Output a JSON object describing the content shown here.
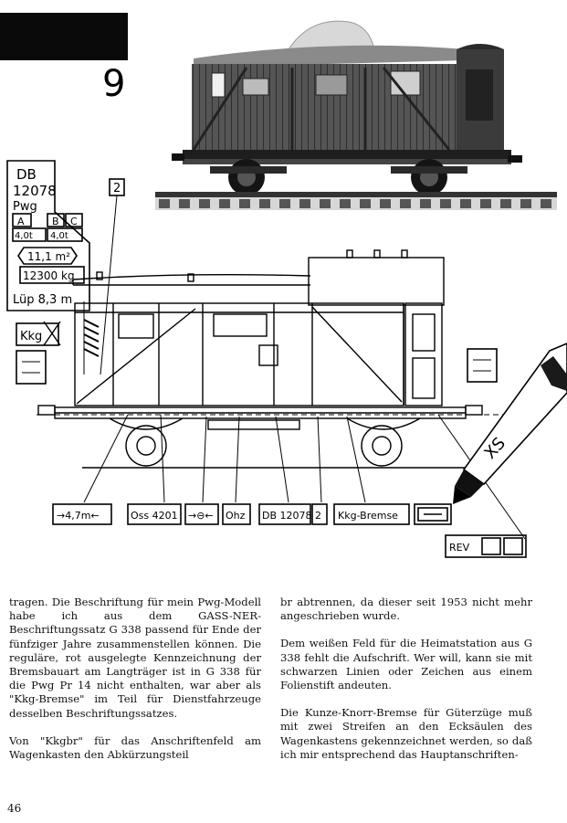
{
  "header": {
    "chapter_number": "9"
  },
  "sign": {
    "line1": "DB",
    "line2": "12078",
    "line3": "Pwg",
    "class_a": "A",
    "class_b": "B",
    "class_c": "C",
    "load_left": "4,0t",
    "load_right": "4,0t",
    "area": "11,1 m²",
    "weight": "12300 kg",
    "lup": "Lüp 8,3 m"
  },
  "callouts": {
    "top_box": "2",
    "kkg": "Kkg",
    "dim": "→4,7m←",
    "oss": "Oss 4201",
    "symbol": "→⊖←",
    "ohz": "Ohz",
    "db_number": "DB 12078",
    "db_digit": "2",
    "kkg_bremse": "Kkg-Bremse",
    "rev": "REV",
    "pen_label": "XS"
  },
  "text": {
    "left_p1": "tragen. Die Beschriftung für mein Pwg-Modell habe ich aus dem GASS-NER-Beschriftungssatz G 338 passend für Ende der fünfziger Jahre zusammenstellen können. Die reguläre, rot ausgelegte Kennzeichnung der Bremsbauart am Langträger ist in G 338 für die Pwg Pr 14 nicht enthalten, war aber als \"Kkg-Bremse\" im Teil für Dienstfahrzeuge desselben Beschriftungssatzes.",
    "left_p2": "Von \"Kkgbr\" für das Anschriftenfeld am Wagenkasten den Abkürzungsteil",
    "right_p1": "br abtrennen, da dieser seit 1953 nicht mehr angeschrieben wurde.",
    "right_p2": "Dem weißen Feld für die Heimatstation aus G 338 fehlt die Aufschrift. Wer will, kann sie mit schwarzen Linien oder Zeichen aus einem Folienstift andeuten.",
    "right_p3": "Die Kunze-Knorr-Bremse für Güterzüge muß mit zwei Streifen an den Ecksäulen des Wagenkastens gekennzeichnet werden, so daß ich mir entsprechend das Hauptanschriften-"
  },
  "footer": {
    "page_number": "46"
  }
}
